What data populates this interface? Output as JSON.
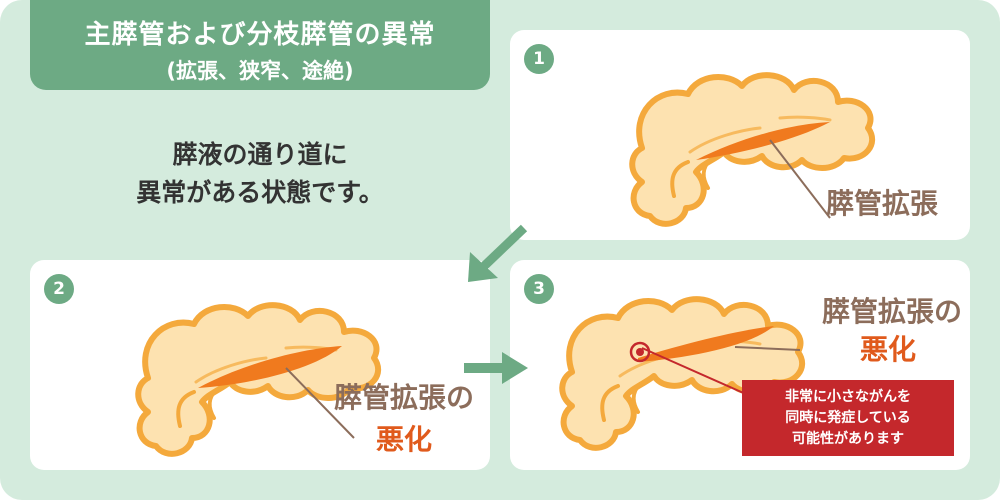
{
  "title": {
    "line1": "主膵管および分枝膵管の異常",
    "line2": "(拡張、狭窄、途絶)"
  },
  "description": {
    "line1": "膵液の通り道に",
    "line2": "異常がある状態です。"
  },
  "panels": [
    {
      "number": "1",
      "label": "膵管拡張"
    },
    {
      "number": "2",
      "label": "膵管拡張の",
      "emphasis": "悪化"
    },
    {
      "number": "3",
      "label": "膵管拡張の",
      "emphasis": "悪化",
      "warning": {
        "line1": "非常に小さながんを",
        "line2": "同時に発症している",
        "line3": "可能性があります"
      }
    }
  ],
  "colors": {
    "background": "#d4ebdd",
    "accent_green": "#6daa84",
    "pancreas_fill": "#fde2b0",
    "pancreas_outline": "#f4a93c",
    "duct": "#f07a1e",
    "label_brown": "#8c6d5b",
    "emphasis_orange": "#e05a1c",
    "warning_red": "#c4282c"
  }
}
